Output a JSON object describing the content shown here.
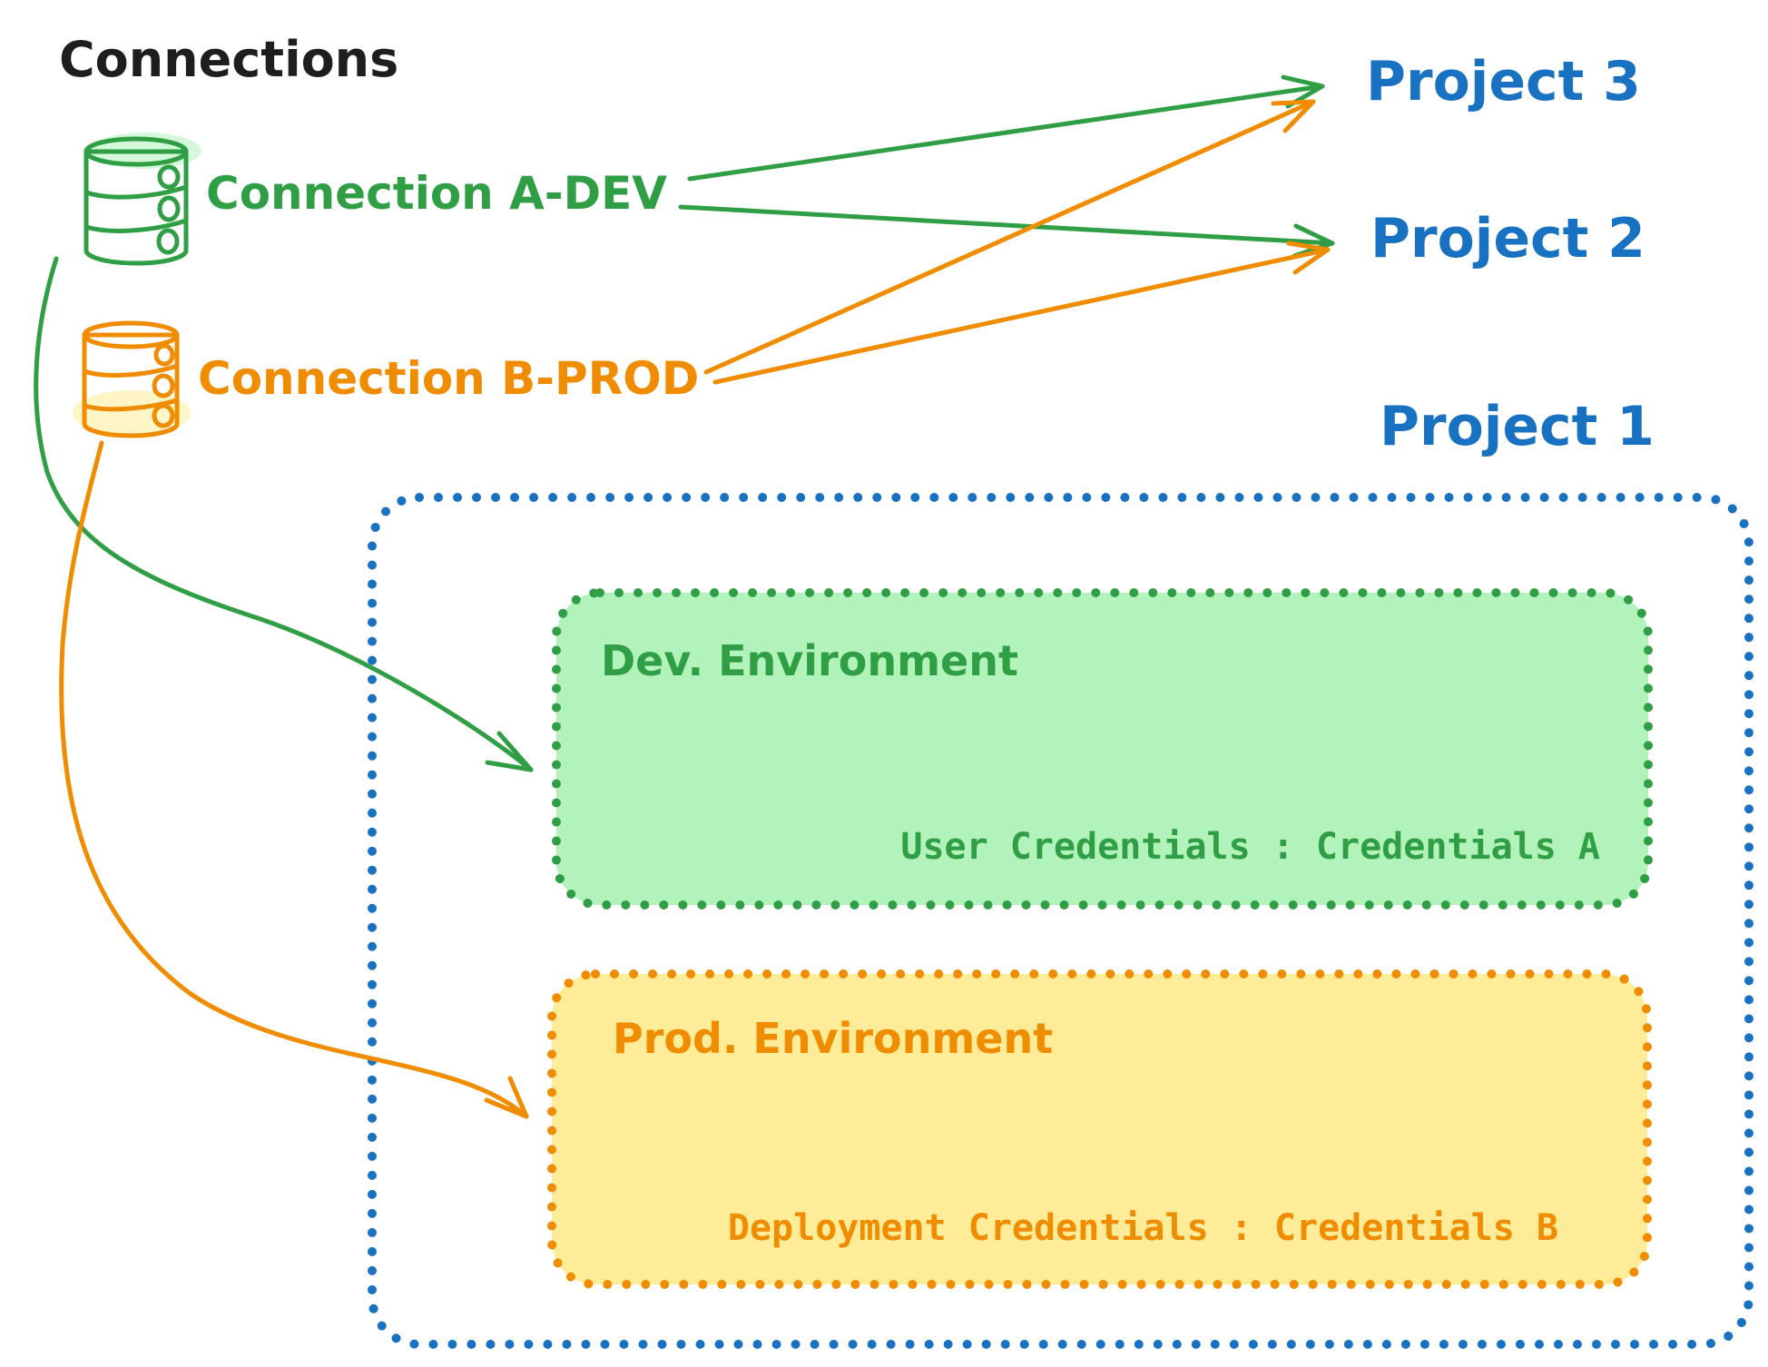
{
  "title": "Connections",
  "colors": {
    "ink": "#1e1e1e",
    "green_stroke": "#2f9e44",
    "green_fill": "#b2f2bb",
    "orange_stroke": "#f08c00",
    "orange_fill": "#ffec99",
    "blue": "#1971c2",
    "background": "#ffffff"
  },
  "connections": [
    {
      "label": "Connection A-DEV",
      "color": "green",
      "icon": "database"
    },
    {
      "label": "Connection B-PROD",
      "color": "orange",
      "icon": "database"
    }
  ],
  "projects": [
    {
      "label": "Project 3"
    },
    {
      "label": "Project 2"
    },
    {
      "label": "Project 1"
    }
  ],
  "project1": {
    "environments": [
      {
        "title": "Dev. Environment",
        "credentials": "User Credentials : Credentials A",
        "color": "green"
      },
      {
        "title": "Prod. Environment",
        "credentials": "Deployment Credentials : Credentials B",
        "color": "orange"
      }
    ]
  },
  "arrows": [
    {
      "from": "Connection A-DEV",
      "to": "Project 3",
      "color": "green"
    },
    {
      "from": "Connection A-DEV",
      "to": "Project 2",
      "color": "green"
    },
    {
      "from": "Connection B-PROD",
      "to": "Project 3",
      "color": "orange"
    },
    {
      "from": "Connection B-PROD",
      "to": "Project 2",
      "color": "orange"
    },
    {
      "from": "Connection A-DEV",
      "to": "Dev. Environment",
      "color": "green"
    },
    {
      "from": "Connection B-PROD",
      "to": "Prod. Environment",
      "color": "orange"
    }
  ]
}
